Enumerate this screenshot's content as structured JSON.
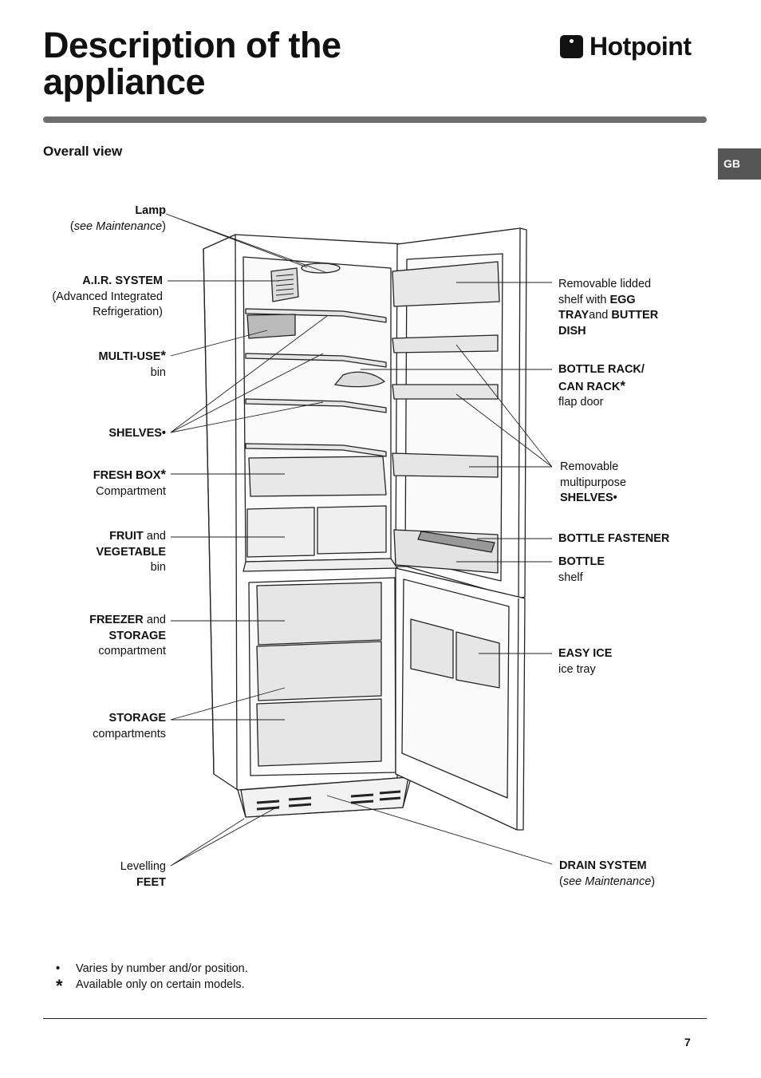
{
  "header": {
    "title_line1": "Description of the",
    "title_line2": "appliance",
    "brand": "Hotpoint",
    "subtitle": "Overall view",
    "lang_tab": "GB"
  },
  "labels": {
    "lamp": {
      "name": "Lamp",
      "open": "(",
      "note": "see Maintenance",
      "close": ")"
    },
    "air": {
      "name": "A.I.R. SYSTEM",
      "line2": "(Advanced Integrated",
      "line3": "Refrigeration)"
    },
    "multiuse": {
      "name": "MULTI-USE",
      "mark": "*",
      "line2": "bin"
    },
    "shelves": {
      "name": "SHELVES",
      "mark": "•"
    },
    "freshbox": {
      "name": "FRESH BOX",
      "mark": "*",
      "line2": "Compartment"
    },
    "fruit": {
      "name": "FRUIT",
      "and": " and",
      "name2": "VEGETABLE",
      "line3": "bin"
    },
    "freezer": {
      "name": "FREEZER",
      "and": " and",
      "name2": "STORAGE",
      "line3": "compartment"
    },
    "storage": {
      "name": "STORAGE",
      "line2": "compartments"
    },
    "feet": {
      "line1": "Levelling",
      "name": "FEET"
    },
    "lidded": {
      "line1": "Removable lidded",
      "line2a": "shelf with ",
      "egg": "EGG",
      "tray": "TRAY",
      "and": "and ",
      "butter": "BUTTER",
      "dish": "DISH"
    },
    "bottlerack": {
      "name": "BOTTLE RACK/",
      "name2": "CAN RACK",
      "mark": "*",
      "line3": "flap door"
    },
    "multipurpose": {
      "line1": "Removable",
      "line2": "multipurpose",
      "name": "SHELVES",
      "mark": "•"
    },
    "fastener": {
      "name": "BOTTLE FASTENER"
    },
    "bottleshelf": {
      "name": "BOTTLE",
      "line2": "shelf"
    },
    "easyice": {
      "name": "EASY ICE",
      "line2": "ice tray"
    },
    "drain": {
      "name": "DRAIN SYSTEM",
      "open": "(",
      "note": "see Maintenance",
      "close": ")"
    }
  },
  "notes": [
    {
      "symbol": "•",
      "text": "Varies by number and/or position."
    },
    {
      "symbol": "*",
      "text": "Available only on certain models."
    }
  ],
  "footer": {
    "page_number": "7"
  },
  "colors": {
    "rule": "#6e6e6e",
    "tab": "#555555",
    "line": "#222222",
    "shade": "#d9d9d9"
  }
}
